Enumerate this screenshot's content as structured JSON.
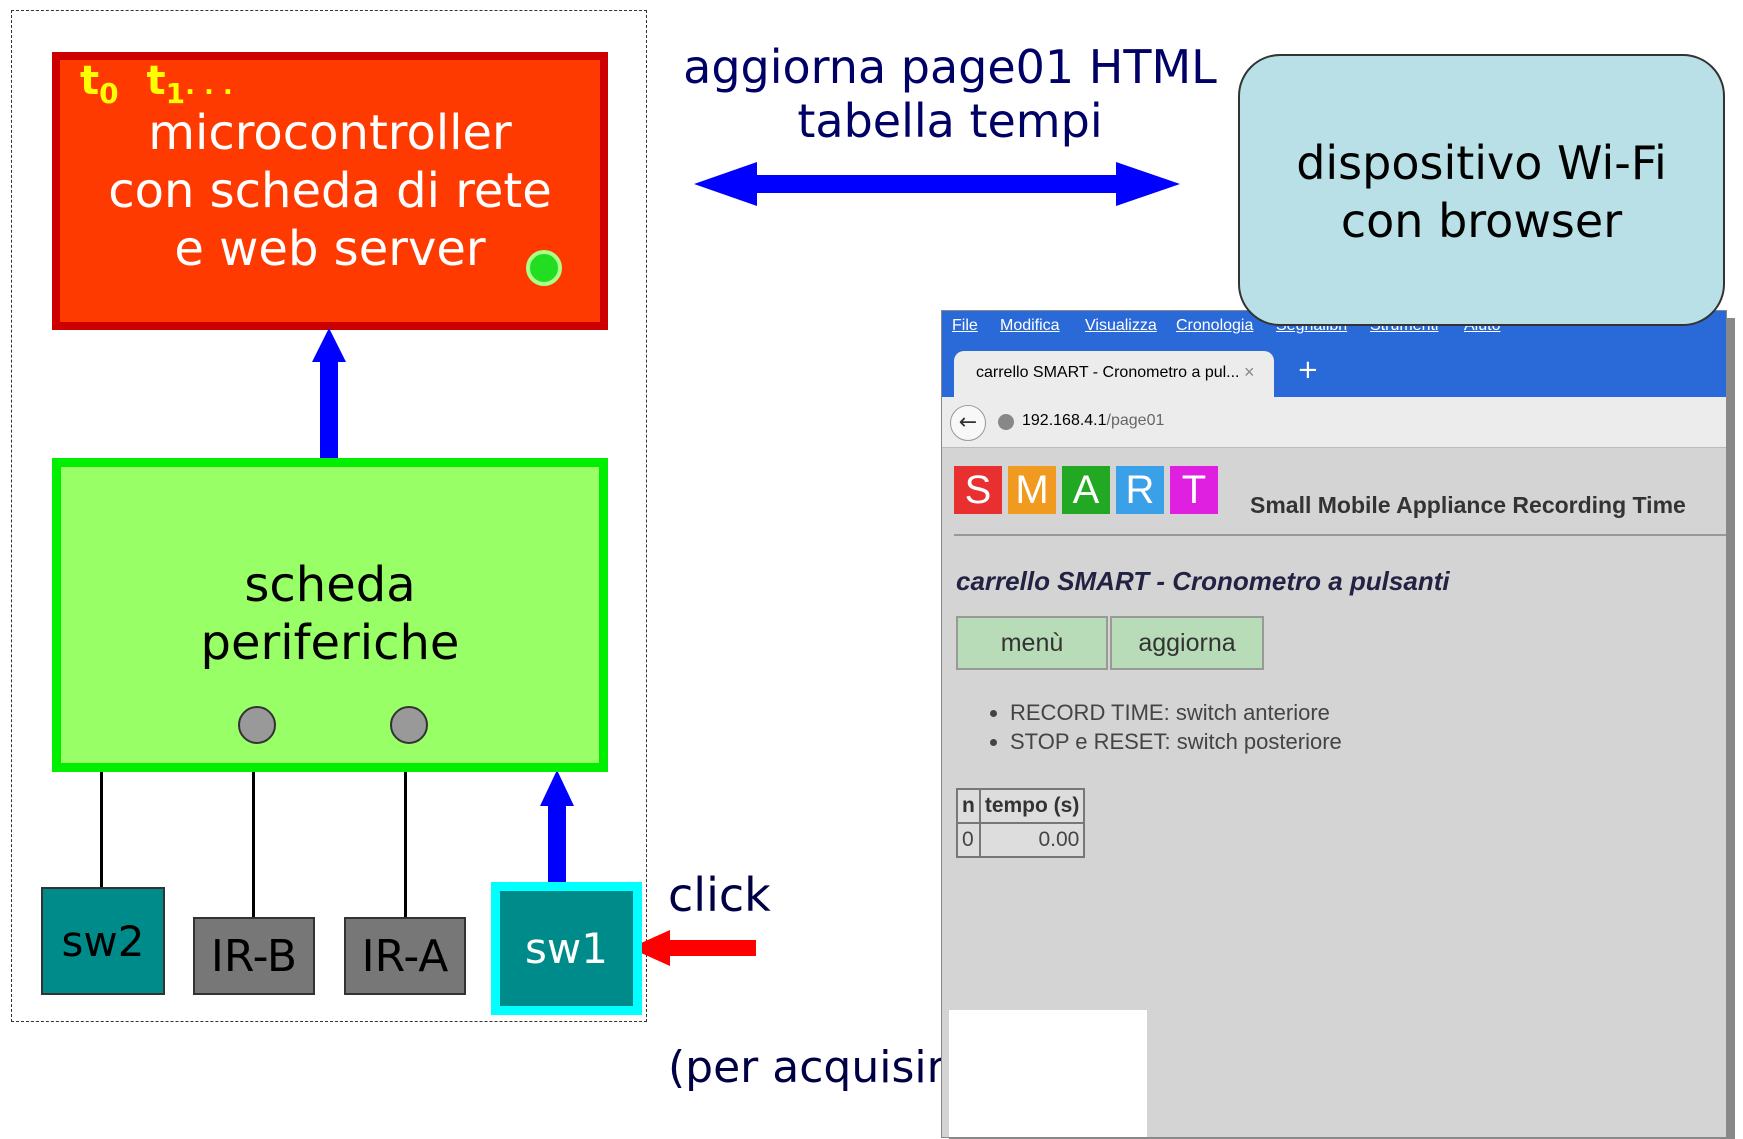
{
  "microcontroller": {
    "label_lines": [
      "microcontroller",
      "con scheda di rete",
      "e web server"
    ],
    "t0": "t",
    "t0_sub": "0",
    "t1": "t",
    "t1_sub": "1",
    "ellipsis": ". . ."
  },
  "peripherals": {
    "label_lines": [
      "scheda",
      "periferiche"
    ]
  },
  "switches": {
    "sw2": "sw2",
    "irb": "IR-B",
    "ira": "IR-A",
    "sw1": "sw1"
  },
  "link_label_lines": [
    "aggiorna page01 HTML",
    "tabella tempi"
  ],
  "device": {
    "label_lines": [
      "dispositivo Wi-Fi",
      "con browser"
    ]
  },
  "click_label": "click",
  "note": "(per acquisire tempi)",
  "colors": {
    "mcu": "#ff3a00",
    "periph": "#99ff66",
    "arrow_blue": "#0000ff",
    "arrow_red": "#ff0000"
  },
  "browser": {
    "menu": [
      "File",
      "Modifica",
      "Visualizza",
      "Cronologia",
      "Segnalibri",
      "Strumenti",
      "Aiuto"
    ],
    "tab_title": "carrello SMART - Cronometro a pul...",
    "tab_close": "×",
    "new_tab": "+",
    "url_host": "192.168.4.1",
    "url_path": "/page01",
    "smart_letters": [
      "S",
      "M",
      "A",
      "R",
      "T"
    ],
    "smart_colors": [
      "#e83030",
      "#f09a20",
      "#22a822",
      "#3aa0e8",
      "#e020e0"
    ],
    "smart_subtitle": "Small Mobile Appliance Recording Time",
    "heading": "carrello SMART - Cronometro a pulsanti",
    "buttons": [
      "menù",
      "aggiorna"
    ],
    "bullets": [
      "RECORD TIME: switch anteriore",
      "STOP e RESET: switch posteriore"
    ],
    "table": {
      "headers": [
        "n",
        "tempo (s)"
      ],
      "rows": [
        [
          "0",
          "0.00"
        ]
      ]
    }
  }
}
